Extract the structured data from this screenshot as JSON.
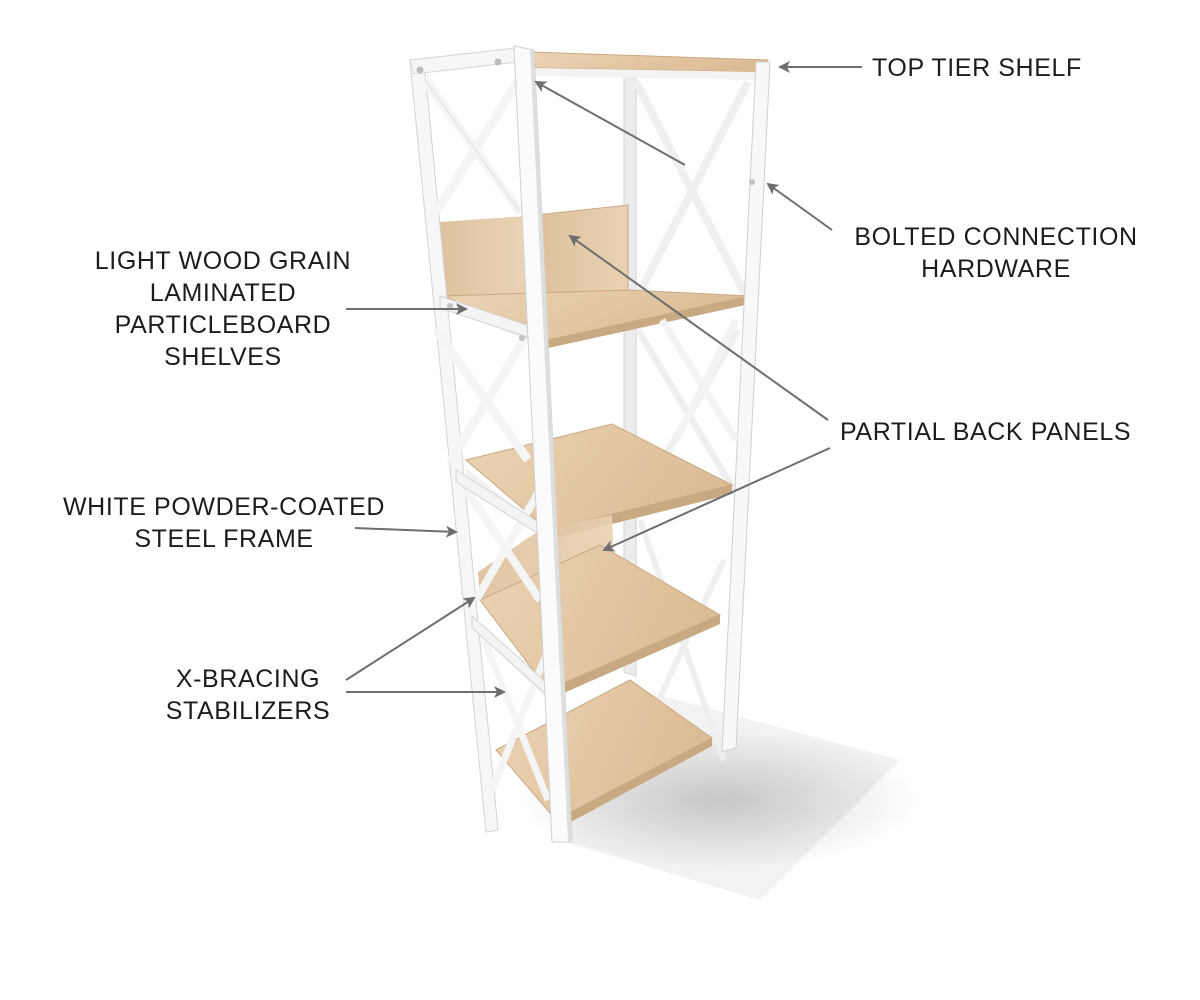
{
  "callouts": {
    "top_tier_shelf": {
      "lines": [
        "TOP TIER SHELF"
      ],
      "icon": "arrow-icon"
    },
    "bolted_connection_hardware": {
      "lines": [
        "BOLTED CONNECTION",
        "HARDWARE"
      ],
      "icon": "arrow-icon"
    },
    "wood_grain_shelves": {
      "lines": [
        "LIGHT WOOD GRAIN",
        "LAMINATED",
        "PARTICLEBOARD",
        "SHELVES"
      ],
      "icon": "arrow-icon"
    },
    "partial_back_panels": {
      "lines": [
        "PARTIAL BACK PANELS"
      ],
      "icon": "arrow-icon"
    },
    "steel_frame": {
      "lines": [
        "WHITE POWDER-COATED",
        "STEEL FRAME"
      ],
      "icon": "arrow-icon"
    },
    "x_bracing": {
      "lines": [
        "X-BRACING",
        "STABILIZERS"
      ],
      "icon": "arrow-icon"
    }
  },
  "colors": {
    "wood": "#e8cfae",
    "wood_dark": "#d9b992",
    "frame": "#f7f7f7",
    "frame_shadow": "#d8d8d8",
    "arrow": "#6e6e6e",
    "text": "#1c1c1c",
    "background": "#ffffff"
  }
}
